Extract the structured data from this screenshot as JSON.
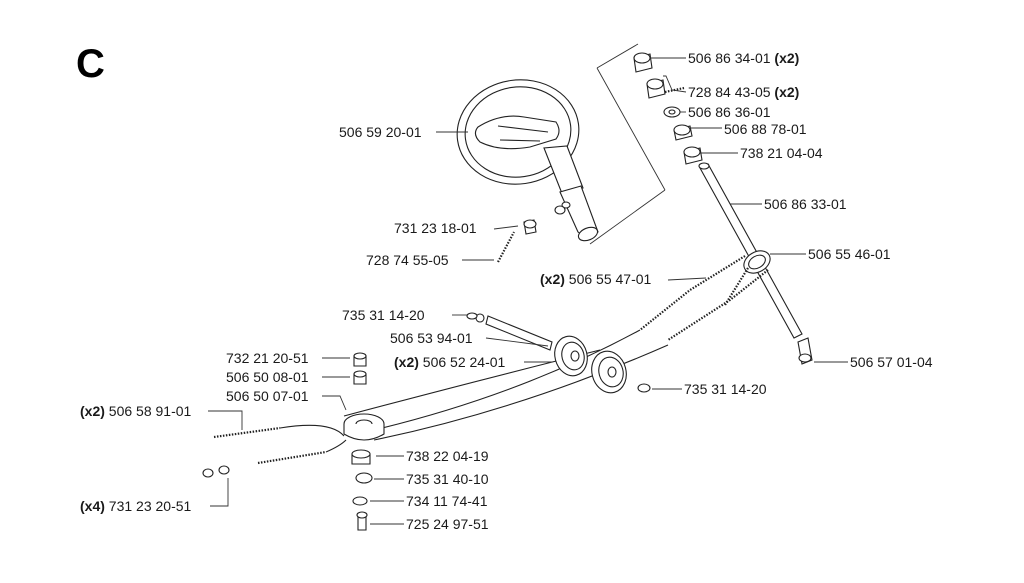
{
  "section_letter": "C",
  "qty_x2": "(x2)",
  "qty_x4": "(x4)",
  "parts": {
    "p01": "506 86 34-01",
    "p02": "728 84 43-05",
    "p03": "506 86 36-01",
    "p04": "506 88 78-01",
    "p05": "738 21 04-04",
    "p06": "506 59 20-01",
    "p07": "506 86 33-01",
    "p08": "506 55 46-01",
    "p09": "506 55 47-01",
    "p10": "731 23 18-01",
    "p11": "728 74 55-05",
    "p12": "735 31 14-20",
    "p13": "506 53 94-01",
    "p14": "506 52 24-01",
    "p15": "506 57 01-04",
    "p16": "732 21 20-51",
    "p17": "506 50 08-01",
    "p18": "506 50 07-01",
    "p19": "506 58 91-01",
    "p20": "735 31 14-20",
    "p21": "738 22 04-19",
    "p22": "735 31 40-10",
    "p23": "734 11 74-41",
    "p24": "731 23 20-51",
    "p25": "725 24 97-51"
  }
}
